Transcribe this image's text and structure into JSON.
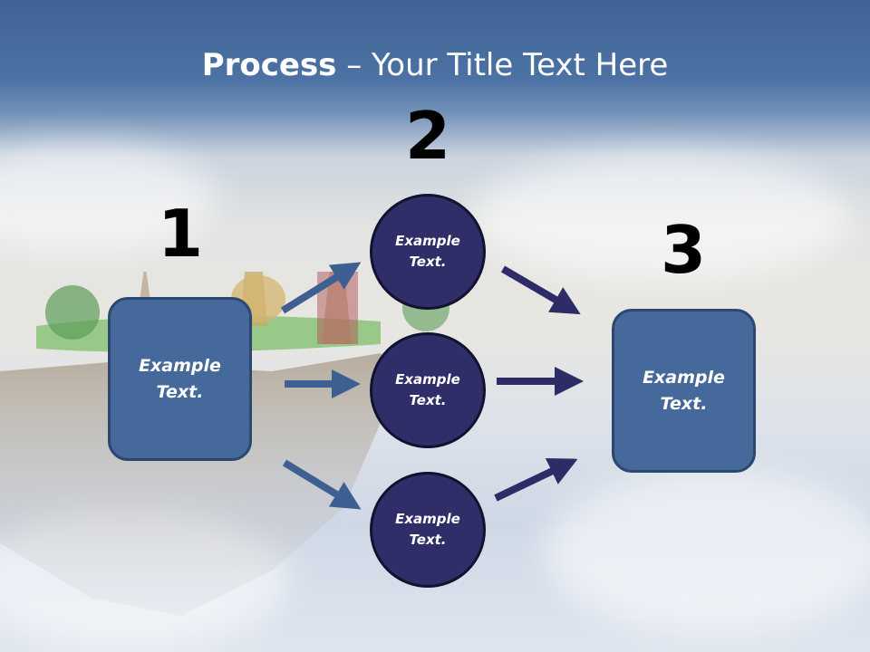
{
  "title": {
    "bold": "Process",
    "rest": " – Your Title Text Here"
  },
  "steps": {
    "one": {
      "number": "1",
      "text_line1": "Example",
      "text_line2": "Text."
    },
    "two": {
      "number": "2"
    },
    "three": {
      "number": "3",
      "text_line1": "Example",
      "text_line2": "Text."
    }
  },
  "circles": [
    {
      "text_line1": "Example",
      "text_line2": "Text."
    },
    {
      "text_line1": "Example",
      "text_line2": "Text."
    },
    {
      "text_line1": "Example",
      "text_line2": "Text."
    }
  ],
  "colors": {
    "box_fill": "#45699a",
    "circle_fill": "#302e68",
    "arrow_blue": "#3e5f92",
    "arrow_navy": "#2d2c66"
  }
}
